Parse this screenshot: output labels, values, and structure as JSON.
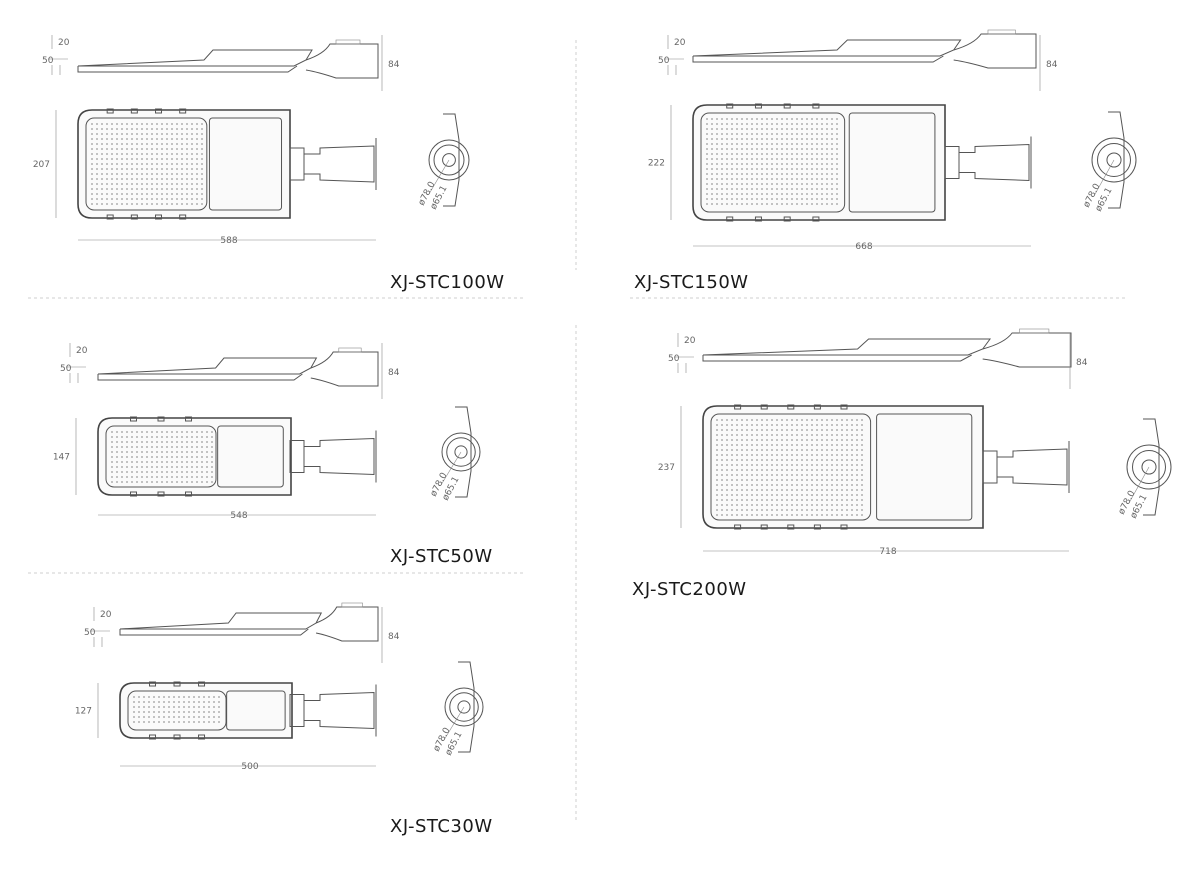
{
  "models": [
    {
      "name": "XJ-STC100W",
      "height_top": "20",
      "height_mid": "50",
      "height_total": "84",
      "width": "207",
      "length": "588",
      "d_outer": "ø78.0",
      "d_inner": "ø65.1"
    },
    {
      "name": "XJ-STC150W",
      "height_top": "20",
      "height_mid": "50",
      "height_total": "84",
      "width": "222",
      "length": "668",
      "d_outer": "ø78.0",
      "d_inner": "ø65.1"
    },
    {
      "name": "XJ-STC50W",
      "height_top": "20",
      "height_mid": "50",
      "height_total": "84",
      "width": "147",
      "length": "548",
      "d_outer": "ø78.0",
      "d_inner": "ø65.1"
    },
    {
      "name": "XJ-STC200W",
      "height_top": "20",
      "height_mid": "50",
      "height_total": "84",
      "width": "237",
      "length": "718",
      "d_outer": "ø78.0",
      "d_inner": "ø65.1"
    },
    {
      "name": "XJ-STC30W",
      "height_top": "20",
      "height_mid": "50",
      "height_total": "84",
      "width": "127",
      "length": "500",
      "d_outer": "ø78.0",
      "d_inner": "ø65.1"
    }
  ],
  "colors": {
    "line": "#444444",
    "dimension": "#666666",
    "background": "#ffffff",
    "divider": "#cfcfcf"
  }
}
